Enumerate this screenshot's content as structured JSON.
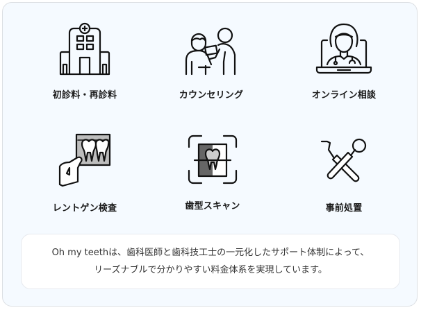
{
  "services": [
    {
      "label": "初診料・再診料",
      "icon": "hospital-icon"
    },
    {
      "label": "カウンセリング",
      "icon": "counseling-icon"
    },
    {
      "label": "オンライン相談",
      "icon": "online-doctor-icon"
    },
    {
      "label": "レントゲン検査",
      "icon": "xray-icon"
    },
    {
      "label": "歯型スキャン",
      "icon": "tooth-scan-icon"
    },
    {
      "label": "事前処置",
      "icon": "dental-tools-icon"
    }
  ],
  "note": {
    "line1": "Oh my teethは、歯科医師と歯科技工士の一元化したサポート体制によって、",
    "line2": "リーズナブルで分かりやすい料金体系を実現しています。"
  },
  "colors": {
    "card_bg": "#f5faff",
    "icon_stroke": "#111111",
    "text": "#1a1a1a"
  }
}
